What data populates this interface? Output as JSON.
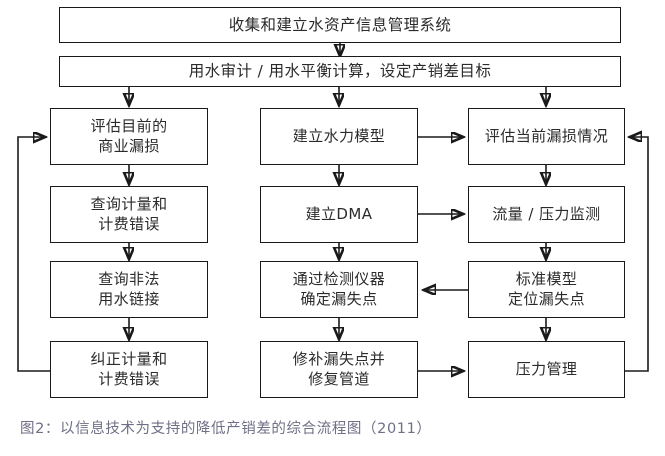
{
  "diagram": {
    "title_caption": "图2：以信息技术为支持的降低产销差的综合流程图（2011）",
    "colors": {
      "box_border": "#1a1a1a",
      "box_fill": "#ffffff",
      "text": "#2b2b2b",
      "arrow": "#1a1a1a",
      "caption_text": "#6f6f86",
      "background": "#ffffff"
    },
    "nodes": {
      "n1": "收集和建立水资产信息管理系统",
      "n2": "用水审计 / 用水平衡计算，设定产销差目标",
      "l1": "评估目前的\n商业漏损",
      "l2": "查询计量和\n计费错误",
      "l3": "查询非法\n用水链接",
      "l4": "纠正计量和\n计费错误",
      "m1": "建立水力模型",
      "m2": "建立DMA",
      "m3": "通过检测仪器\n确定漏失点",
      "m4": "修补漏失点并\n修复管道",
      "r1": "评估当前漏损情况",
      "r2": "流量 / 压力监测",
      "r3": "标准模型\n定位漏失点",
      "r4": "压力管理"
    },
    "edges": [
      {
        "name": "edge-n1-to-n2",
        "from": "n1",
        "to": "n2",
        "kind": "arrow-down"
      },
      {
        "name": "edge-n2-to-l1",
        "from": "n2",
        "to": "l1",
        "kind": "arrow-down"
      },
      {
        "name": "edge-n2-to-m1",
        "from": "n2",
        "to": "m1",
        "kind": "arrow-down"
      },
      {
        "name": "edge-n2-to-r1",
        "from": "n2",
        "to": "r1",
        "kind": "arrow-down"
      },
      {
        "name": "edge-l1-to-l2",
        "from": "l1",
        "to": "l2",
        "kind": "arrow-down"
      },
      {
        "name": "edge-l2-to-l3",
        "from": "l2",
        "to": "l3",
        "kind": "arrow-down"
      },
      {
        "name": "edge-l3-to-l4",
        "from": "l3",
        "to": "l4",
        "kind": "arrow-down"
      },
      {
        "name": "edge-l4-to-l1-feedback",
        "from": "l4",
        "to": "l1",
        "kind": "loop-left"
      },
      {
        "name": "edge-m1-to-m2",
        "from": "m1",
        "to": "m2",
        "kind": "arrow-down"
      },
      {
        "name": "edge-m2-to-m3",
        "from": "m2",
        "to": "m3",
        "kind": "arrow-down"
      },
      {
        "name": "edge-m3-to-m4",
        "from": "m3",
        "to": "m4",
        "kind": "arrow-down"
      },
      {
        "name": "edge-m1-to-r1",
        "from": "m1",
        "to": "r1",
        "kind": "arrow-right"
      },
      {
        "name": "edge-m2-to-r2",
        "from": "m2",
        "to": "r2",
        "kind": "arrow-right"
      },
      {
        "name": "edge-r3-to-m3",
        "from": "r3",
        "to": "m3",
        "kind": "arrow-left"
      },
      {
        "name": "edge-m4-to-r4",
        "from": "m4",
        "to": "r4",
        "kind": "arrow-right"
      },
      {
        "name": "edge-r1-to-r2",
        "from": "r1",
        "to": "r2",
        "kind": "arrow-down"
      },
      {
        "name": "edge-r2-to-r3",
        "from": "r2",
        "to": "r3",
        "kind": "arrow-down"
      },
      {
        "name": "edge-r3-to-r4",
        "from": "r3",
        "to": "r4",
        "kind": "arrow-down"
      },
      {
        "name": "edge-r4-to-r1-feedback",
        "from": "r4",
        "to": "r1",
        "kind": "loop-right"
      }
    ]
  }
}
